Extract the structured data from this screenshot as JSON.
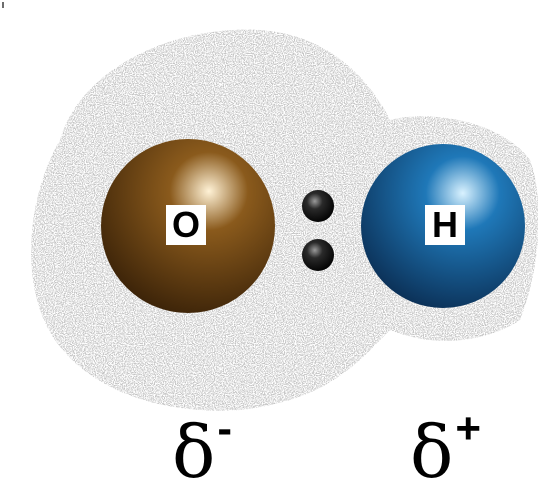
{
  "atoms": [
    {
      "symbol": "O",
      "color": "#8a5a1c",
      "highlight": "#fff2d6"
    },
    {
      "symbol": "H",
      "color": "#1f78b8",
      "highlight": "#d9f2ff"
    }
  ],
  "charges": [
    {
      "symbol": "δ",
      "sign": "-"
    },
    {
      "symbol": "δ",
      "sign": "+"
    }
  ],
  "electron_cloud_color": "#8f8f8f",
  "electron_pair_color": "#111111"
}
